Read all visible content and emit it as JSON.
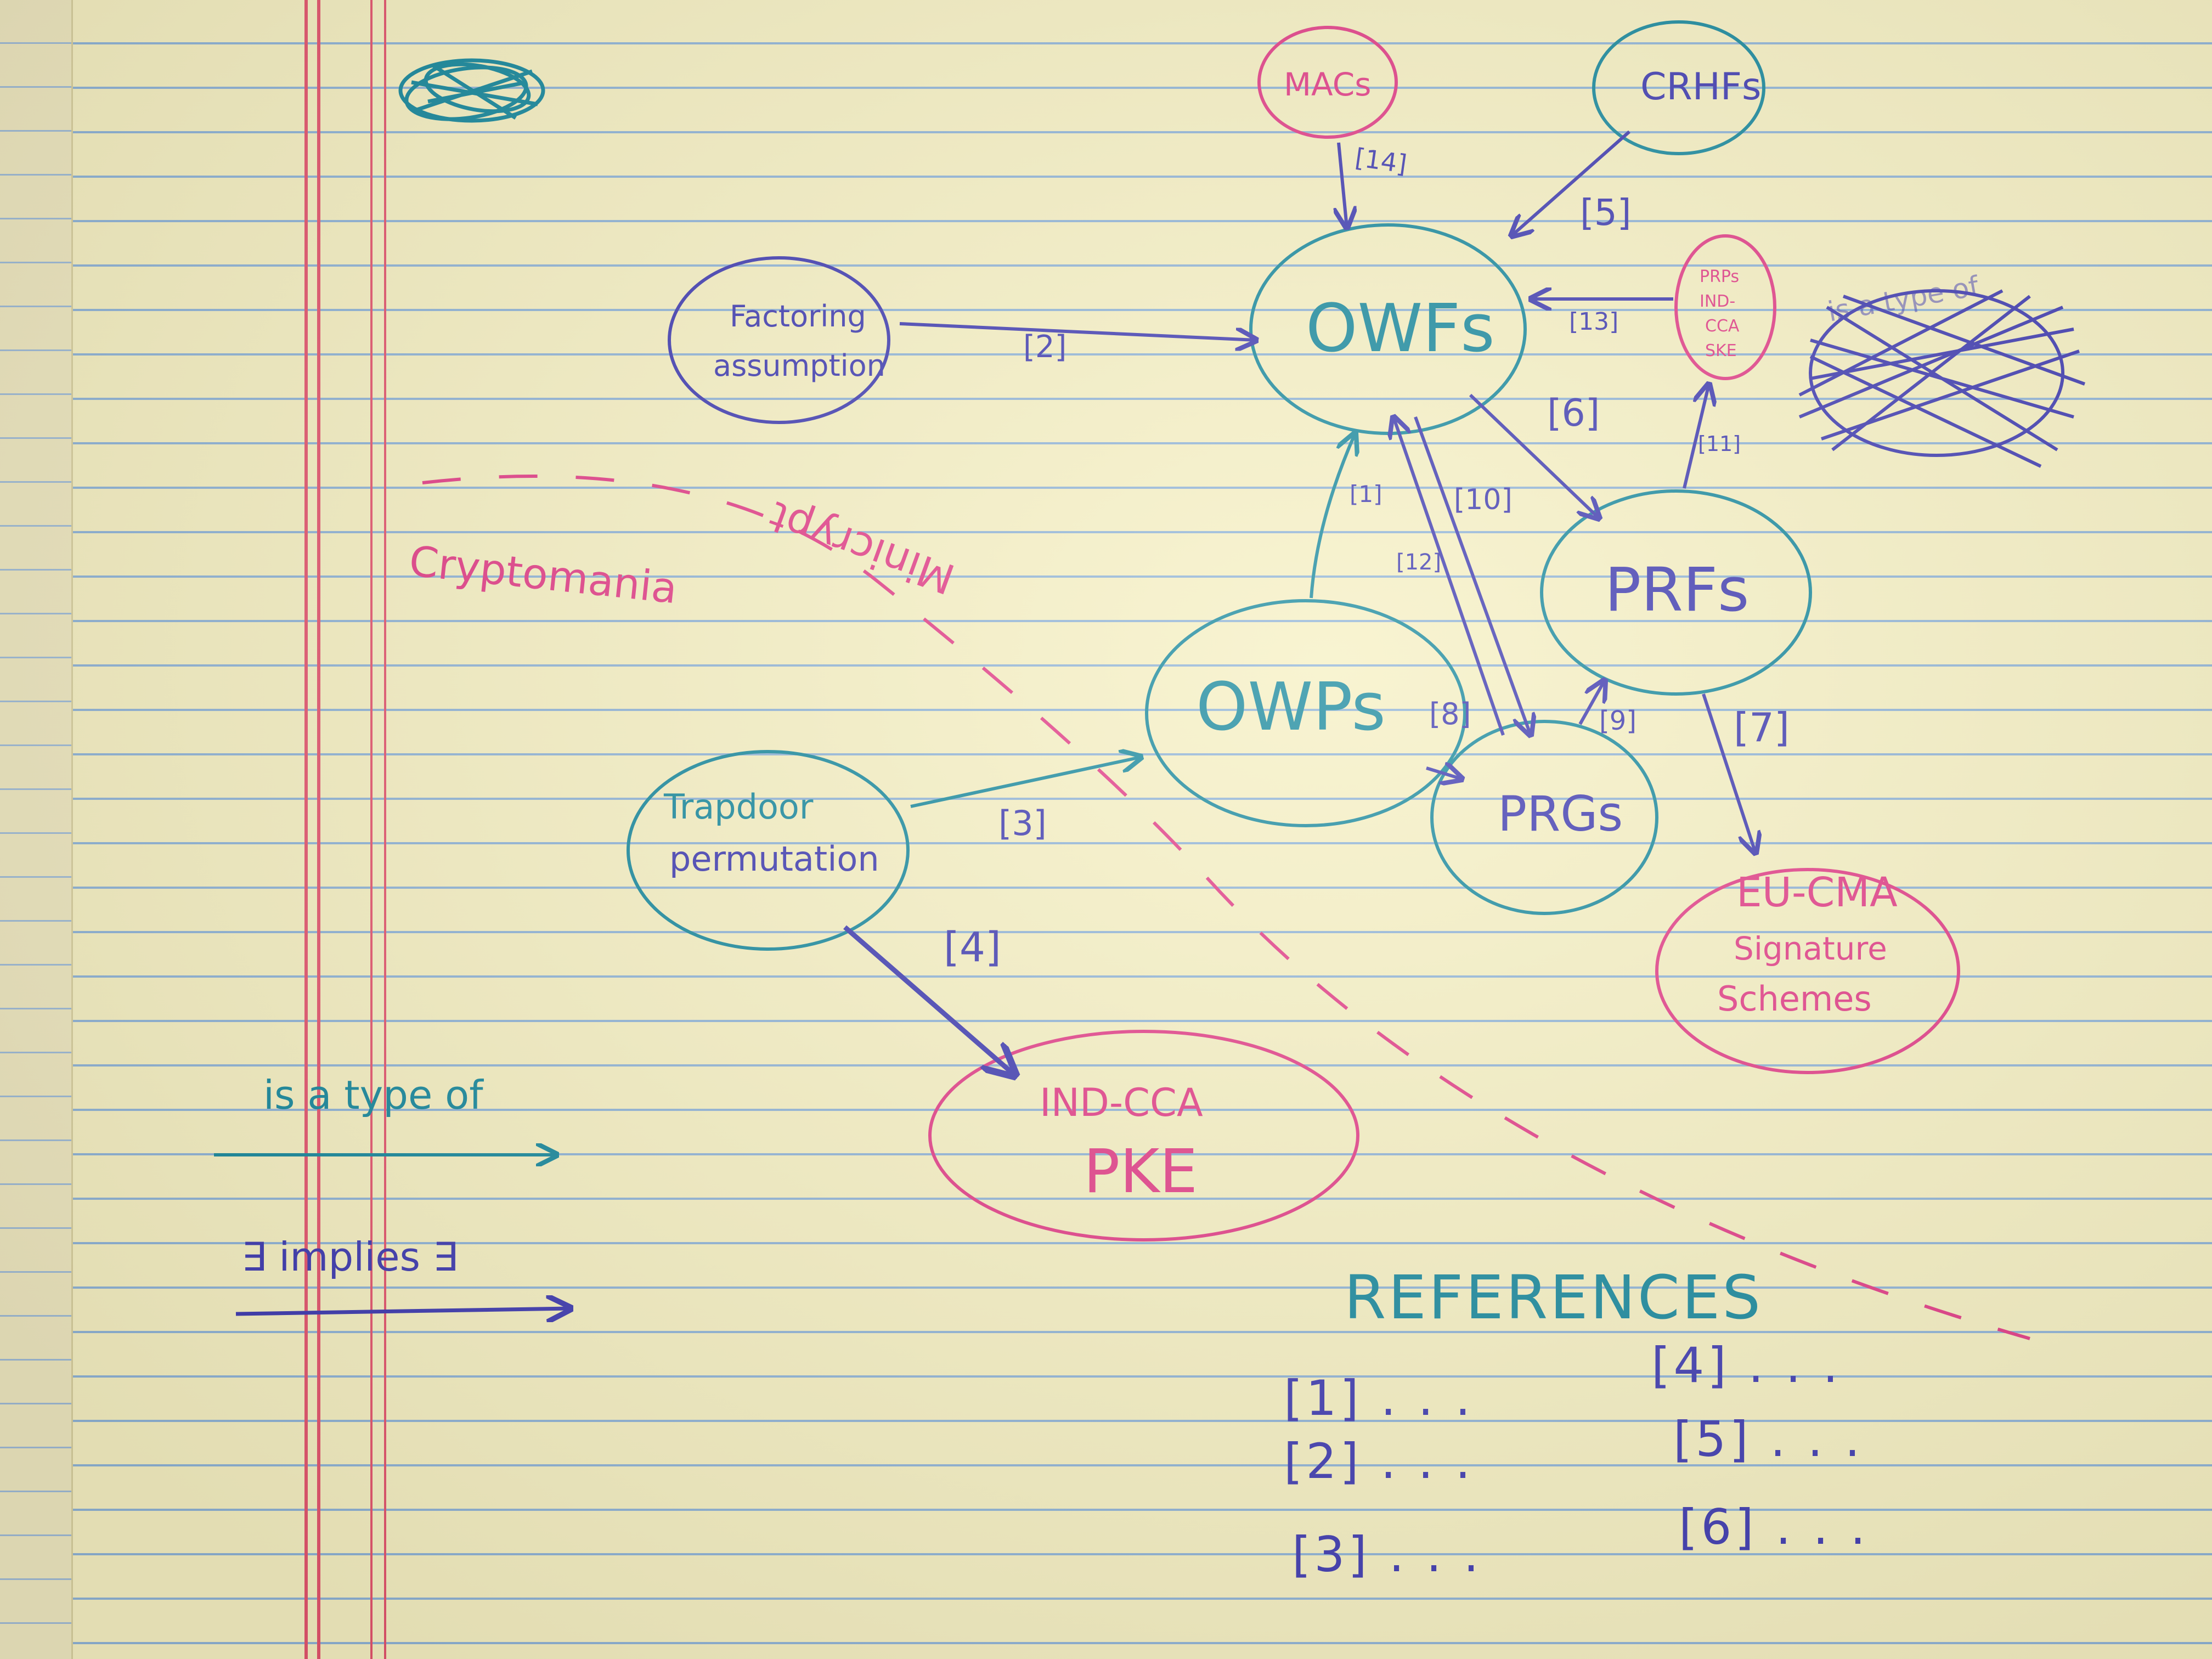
{
  "colors": {
    "teal": "#17889c",
    "blue": "#3e3ab0",
    "pink": "#e23b85",
    "paper": "#f6f0c2",
    "rule": "#8fb3d6",
    "margin": "#e4566e"
  },
  "nodes": {
    "macs": "MACs",
    "crhfs": "CRHFs",
    "owfs": "OWFs",
    "factoring_line1": "Factoring",
    "factoring_line2": "assumption",
    "prfs": "PRFs",
    "owps": "OWPs",
    "prgs": "PRGs",
    "trapdoor_line1": "Trapdoor",
    "trapdoor_line2": "permutation",
    "ind_cca_pke_line1": "IND-CCA",
    "ind_cca_pke_line2": "PKE",
    "eu_cma_line1": "EU-CMA",
    "eu_cma_line2": "Signature",
    "eu_cma_line3": "Schemes",
    "small_node_line1": "PRPs",
    "small_node_line2": "IND-",
    "small_node_line3": "CCA",
    "small_node_line4": "SKE"
  },
  "edge_labels": {
    "e14": "[14]",
    "e5": "[5]",
    "e2": "[2]",
    "e13": "[13]",
    "e6": "[6]",
    "e11": "[11]",
    "e1": "[1]",
    "e10": "[10]",
    "e12": "[12]",
    "e8": "[8]",
    "e9": "[9]",
    "e7": "[7]",
    "e3": "[3]",
    "e4": "[4]"
  },
  "annotations": {
    "cryptomania": "Cryptomania",
    "minicrypt": "Minicrypt",
    "scribble": "is a type of"
  },
  "legend": {
    "type_of": "is a type of",
    "implies": "∃ implies ∃"
  },
  "references": {
    "title": "REFERENCES",
    "items": [
      "[1] . . .",
      "[2] . . .",
      "[3] . . .",
      "[4] . . .",
      "[5] . . .",
      "[6] . . ."
    ]
  }
}
